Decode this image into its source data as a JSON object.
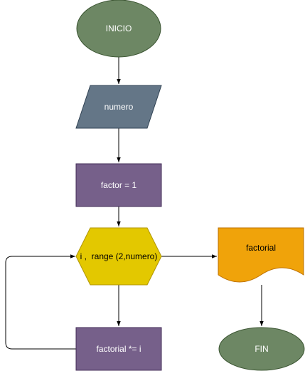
{
  "diagram": {
    "nodes": {
      "start": {
        "label": "INICIO",
        "shape": "ellipse",
        "fill": "#6d8764",
        "stroke": "#3a5431"
      },
      "input": {
        "label": "numero",
        "shape": "parallelogram",
        "fill": "#647687",
        "stroke": "#314354"
      },
      "init": {
        "label": "factor = 1",
        "shape": "rectangle",
        "fill": "#76608a",
        "stroke": "#432d57"
      },
      "loop": {
        "label": "i ,  range (2,numero)",
        "shape": "hexagon",
        "fill": "#e3c800",
        "stroke": "#b09500"
      },
      "body": {
        "label": "factorial *= i",
        "shape": "rectangle",
        "fill": "#76608a",
        "stroke": "#432d57"
      },
      "output": {
        "label": "factorial",
        "shape": "document",
        "fill": "#f0a30a",
        "stroke": "#bd7000"
      },
      "end": {
        "label": "FIN",
        "shape": "ellipse",
        "fill": "#6d8764",
        "stroke": "#3a5431"
      }
    },
    "connectors": [
      {
        "from": "start",
        "to": "input"
      },
      {
        "from": "input",
        "to": "init"
      },
      {
        "from": "init",
        "to": "loop"
      },
      {
        "from": "loop",
        "to": "body"
      },
      {
        "from": "body",
        "to": "loop",
        "note": "loop-back"
      },
      {
        "from": "loop",
        "to": "output"
      },
      {
        "from": "output",
        "to": "end"
      }
    ]
  }
}
